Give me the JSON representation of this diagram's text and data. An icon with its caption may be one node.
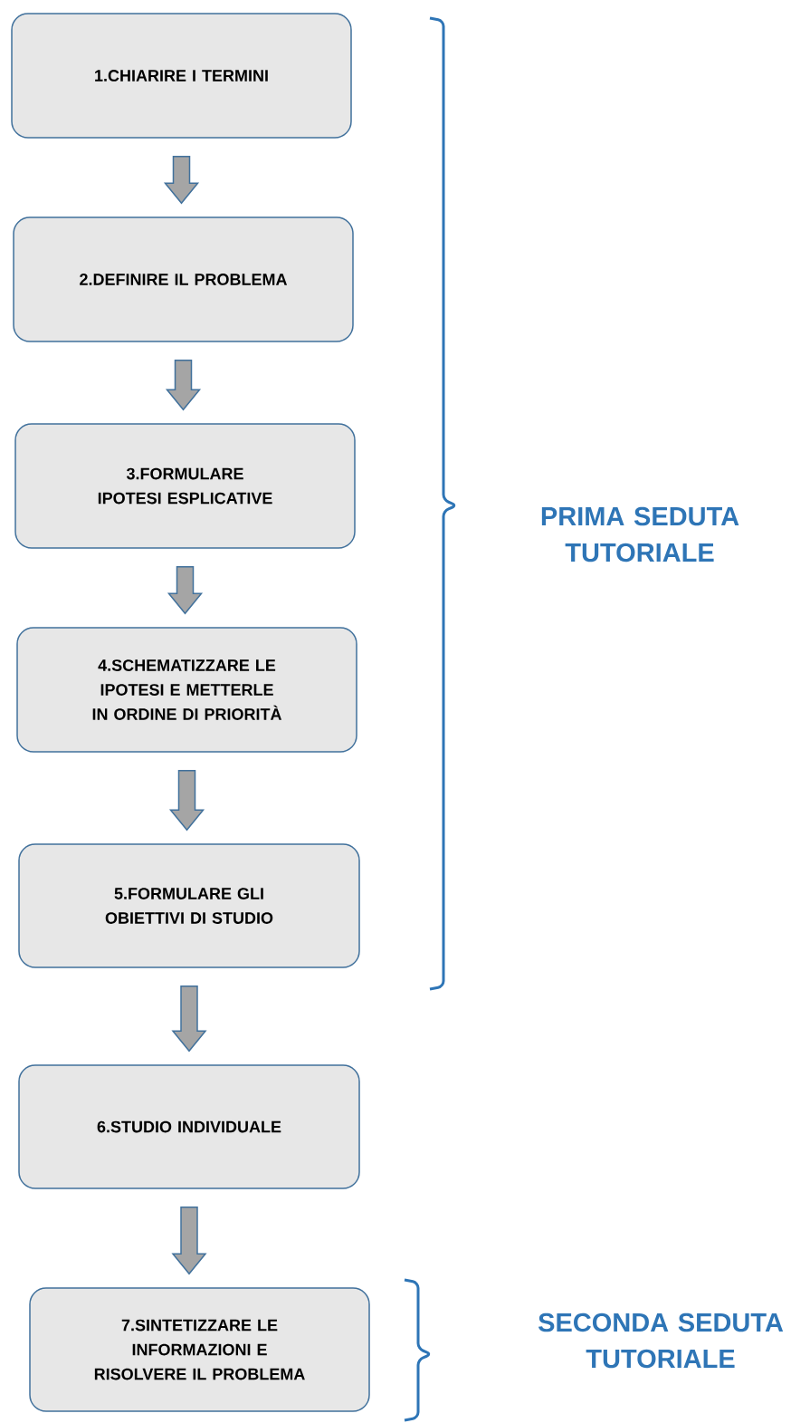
{
  "diagram": {
    "nodes": [
      {
        "text": [
          "1.CHIARIRE I TERMINI"
        ]
      },
      {
        "text": [
          "2.DEFINIRE IL PROBLEMA"
        ]
      },
      {
        "text": [
          "3.FORMULARE IPOTESI ESPLICATIVE"
        ]
      },
      {
        "text": [
          "4.SCHEMATIZZARE LE IPOTESI E METTERLE IN ORDINE DI PRIORITÀ"
        ]
      },
      {
        "text": [
          "5.FORMULARE GLI OBIETTIVI DI STUDIO"
        ]
      },
      {
        "text": [
          "6.STUDIO INDIVIDUALE"
        ]
      },
      {
        "text": [
          "7.SINTETIZZARE LE INFORMAZIONI E RISOLVERE IL PROBLEMA"
        ]
      }
    ],
    "edges": [
      {
        "from": 0,
        "to": 1,
        "arrow": "to"
      },
      {
        "from": 1,
        "to": 2,
        "arrow": "to"
      },
      {
        "from": 2,
        "to": 3,
        "arrow": "to"
      },
      {
        "from": 3,
        "to": 4,
        "arrow": "to"
      },
      {
        "from": 4,
        "to": 5,
        "arrow": "to"
      },
      {
        "from": 5,
        "to": 6,
        "arrow": "to"
      }
    ],
    "labels": [
      "PRIMA SEDUTA TUTORIALE",
      "SECONDA SEDUTA TUTORIALE"
    ]
  }
}
